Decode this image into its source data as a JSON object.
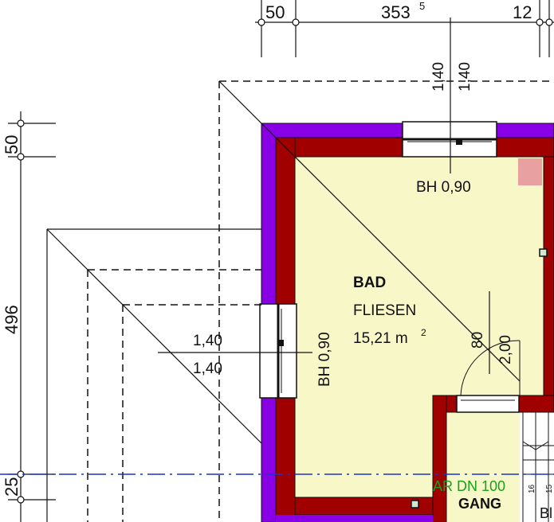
{
  "dimensions": {
    "top": {
      "seg1": "50",
      "seg2_main": "353",
      "seg2_sup": "5",
      "seg3": "12"
    },
    "left": {
      "seg1": "50",
      "seg2": "496",
      "seg3": "25"
    },
    "window_top": {
      "a": "1,40",
      "b": "1,40"
    },
    "window_left": {
      "a": "1,40",
      "b": "1,40"
    }
  },
  "rooms": {
    "bath": {
      "name": "BAD",
      "floor": "FLIESEN",
      "area_value": "15,21 m",
      "area_sup": "2"
    },
    "hall": {
      "name": "GANG"
    }
  },
  "annotations": {
    "sill_top": "BH 0,90",
    "sill_left": "BH 0,90",
    "door_width": "80",
    "door_height": "2,00",
    "drain": "AR DN 100",
    "stair_a": "16",
    "stair_b": "15",
    "right_edge": "Bl"
  },
  "colors": {
    "wall_outer": "#8a00e6",
    "wall_inner": "#a00000",
    "bath_floor": "#f7f7c8",
    "drain_label": "#19a119",
    "axis_line": "#1a33cc",
    "marker": "#e8a0a0"
  }
}
